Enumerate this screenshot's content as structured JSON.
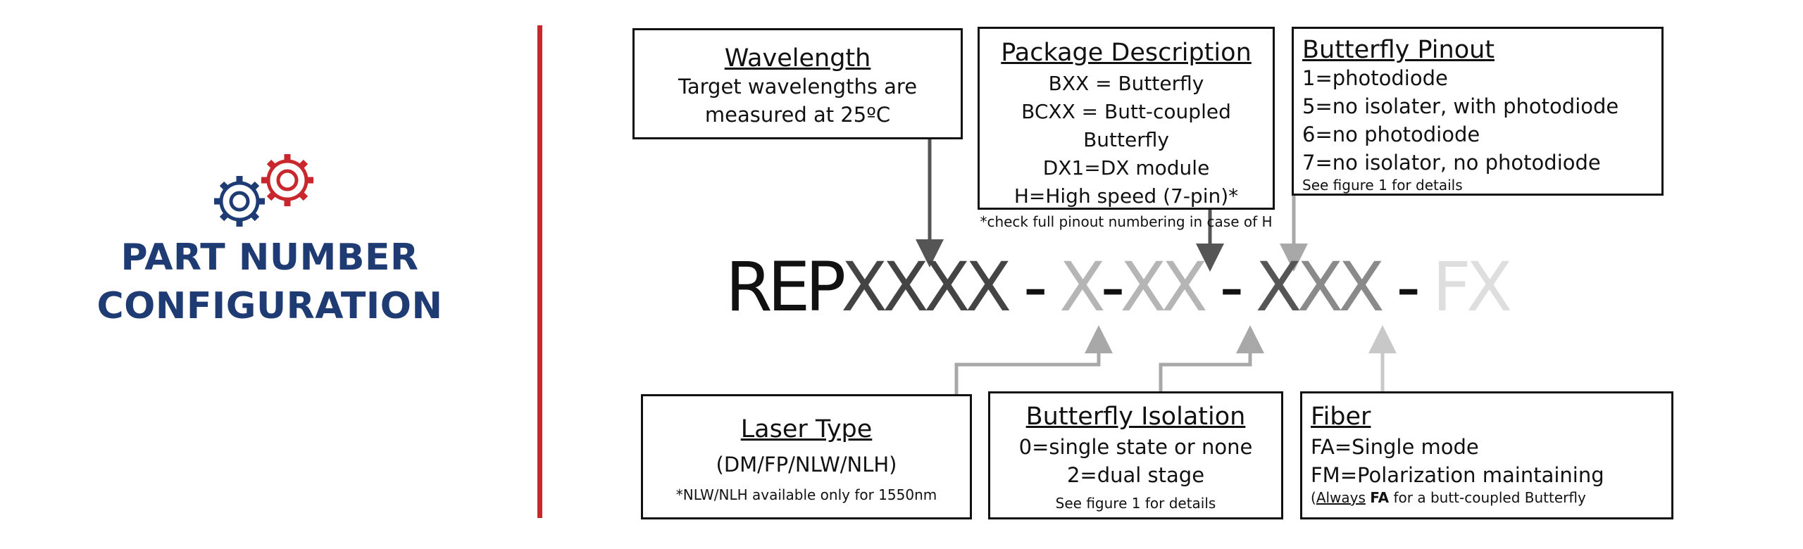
{
  "header": {
    "title_line1": "PART NUMBER",
    "title_line2": "CONFIGURATION",
    "icon": "gears-icon",
    "colors": {
      "navy": "#1f3b73",
      "red": "#c8282d"
    }
  },
  "part_number": {
    "segments": [
      {
        "text": "REP",
        "color": "#111111"
      },
      {
        "text": "XXXX",
        "color": "#444444"
      },
      {
        "text": " - ",
        "color": "#111111"
      },
      {
        "text": "X",
        "color": "#b5b5b5"
      },
      {
        "text": "-",
        "color": "#111111"
      },
      {
        "text": "XX",
        "color": "#b5b5b5"
      },
      {
        "text": " - ",
        "color": "#111111"
      },
      {
        "text": "X",
        "color": "#555555"
      },
      {
        "text": "XX",
        "color": "#8a8a8a"
      },
      {
        "text": " - ",
        "color": "#111111"
      },
      {
        "text": "FX",
        "color": "#dedede"
      }
    ]
  },
  "boxes": {
    "wavelength": {
      "title": "Wavelength",
      "line1": "Target wavelengths are",
      "line2": "measured at 25ºC"
    },
    "package": {
      "title": "Package Description",
      "line1": "BXX = Butterfly",
      "line2": "BCXX = Butt-coupled Butterfly",
      "line3": "DX1=DX module",
      "line4": "H=High speed (7-pin)*",
      "note": "*check full pinout numbering in case of H"
    },
    "pinout": {
      "title": "Butterfly Pinout",
      "line1": "1=photodiode",
      "line2": "5=no isolater, with photodiode",
      "line3": "6=no photodiode",
      "line4": "7=no isolator, no photodiode",
      "note": "See figure 1 for details"
    },
    "laser": {
      "title": "Laser Type",
      "line1": "(DM/FP/NLW/NLH)",
      "note": "*NLW/NLH available only for 1550nm"
    },
    "isolation": {
      "title": "Butterfly Isolation",
      "line1": "0=single state or none",
      "line2": "2=dual stage",
      "note": "See figure 1 for details"
    },
    "fiber": {
      "title": "Fiber",
      "line1": "FA=Single mode",
      "line2": "FM=Polarization maintaining",
      "note_open": "(",
      "note_always": "Always",
      "note_space": " ",
      "note_fa": "FA",
      "note_rest": " for a butt-coupled Butterfly"
    }
  }
}
